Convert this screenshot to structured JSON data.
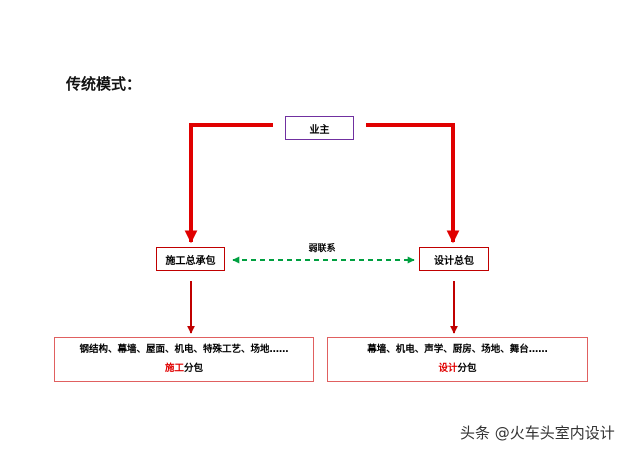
{
  "title": "传统模式：",
  "nodes": {
    "owner": "业主",
    "general_contract": "施工总承包",
    "design_contract": "设计总包"
  },
  "link_label": "弱联系",
  "sub_left": {
    "items": "钢结构、幕墙、屋面、机电、特殊工艺、场地……",
    "label_highlight": "施工",
    "label_rest": "分包"
  },
  "sub_right": {
    "items": "幕墙、机电、声学、厨房、场地、舞台……",
    "label_highlight": "设计",
    "label_rest": "分包"
  },
  "watermark": "头条 @火车头室内设计",
  "colors": {
    "main_arrow": "#e00000",
    "sub_arrow": "#c00000",
    "link": "#00a040",
    "owner_border": "#7030a0",
    "highlight": "#e00000"
  }
}
